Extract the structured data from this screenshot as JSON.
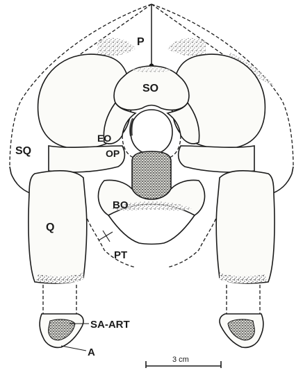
{
  "figure": {
    "labels": {
      "P": "P",
      "SO": "SO",
      "SQ": "SQ",
      "EO": "EO",
      "OP": "OP",
      "BO": "BO",
      "Q": "Q",
      "PT": "PT",
      "SA_ART": "SA-ART",
      "A": "A"
    },
    "scale_bar": {
      "label": "3 cm"
    },
    "colors": {
      "ink": "#1a1a1a",
      "paper": "#ffffff"
    }
  }
}
